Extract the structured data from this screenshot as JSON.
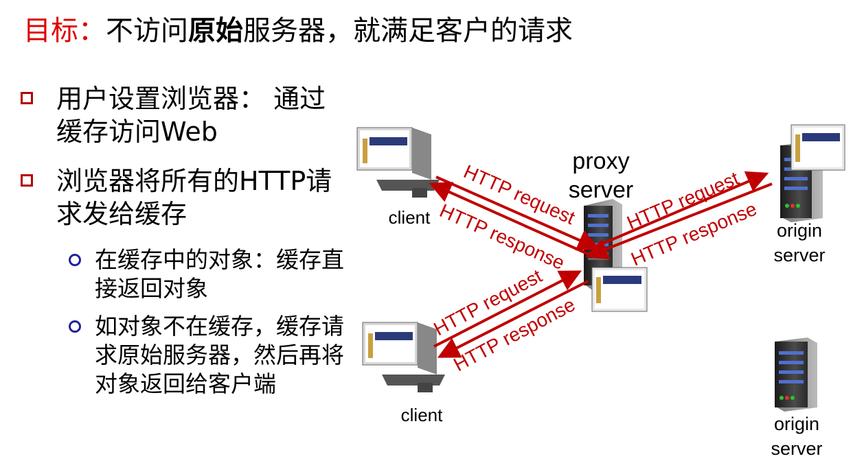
{
  "title": {
    "lead": "目标：",
    "text_a": "不访问",
    "text_b": "原始",
    "text_c": "服务器，就满足客户的请求"
  },
  "bullets": [
    {
      "text": "用户设置浏览器： 通过缓存访问Web"
    },
    {
      "text": "浏览器将所有的HTTP请求发给缓存"
    }
  ],
  "sub_bullets": [
    {
      "text": "在缓存中的对象：缓存直接返回对象"
    },
    {
      "text": "如对象不在缓存，缓存请求原始服务器，然后再将对象返回给客户端"
    }
  ],
  "diagram": {
    "proxy_label_1": "proxy",
    "proxy_label_2": "server",
    "client_label": "client",
    "origin_label_1": "origin",
    "origin_label_2": "server",
    "arrows": {
      "request": "HTTP request",
      "response": "HTTP response"
    },
    "arrow_color": "#c00000"
  }
}
